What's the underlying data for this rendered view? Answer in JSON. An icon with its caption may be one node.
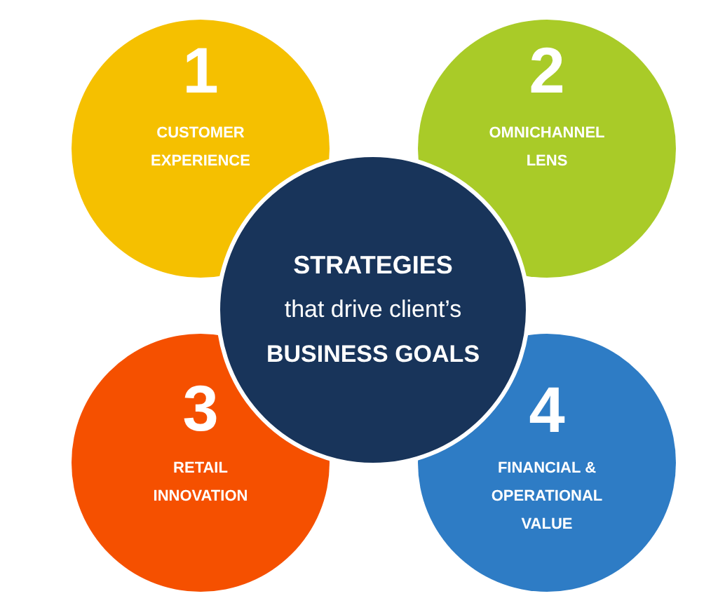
{
  "diagram": {
    "nodes": [
      {
        "text": [
          "1",
          "CUSTOMER EXPERIENCE"
        ]
      },
      {
        "text": [
          "2",
          "OMNICHANNEL LENS"
        ]
      },
      {
        "text": [
          "STRATEGIES",
          "that drive client’s",
          "BUSINESS GOALS"
        ]
      },
      {
        "text": [
          "3",
          "RETAIL INNOVATION"
        ]
      },
      {
        "text": [
          "4",
          "FINANCIAL & OPERATIONAL VALUE"
        ]
      }
    ]
  }
}
